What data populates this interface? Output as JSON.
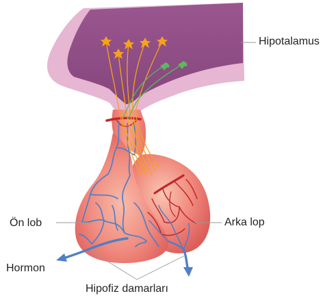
{
  "labels": {
    "hypothalamus": "Hipotalamus",
    "anterior_lobe": "Ön lob",
    "posterior_lobe": "Arka lop",
    "hormone": "Hormon",
    "pituitary_vessels": "Hipofiz damarları"
  },
  "colors": {
    "hypothalamus_fill": "#8f4d85",
    "hypothalamus_shell": "#e6b6d2",
    "gland_fill": "#ee7b72",
    "gland_highlight": "#f8bba9",
    "vein": "#4f7fc6",
    "artery": "#c1272d",
    "neuron_orange": "#f6a21a",
    "neuron_green": "#5cb85c",
    "leader_line": "#9a9a9a"
  }
}
